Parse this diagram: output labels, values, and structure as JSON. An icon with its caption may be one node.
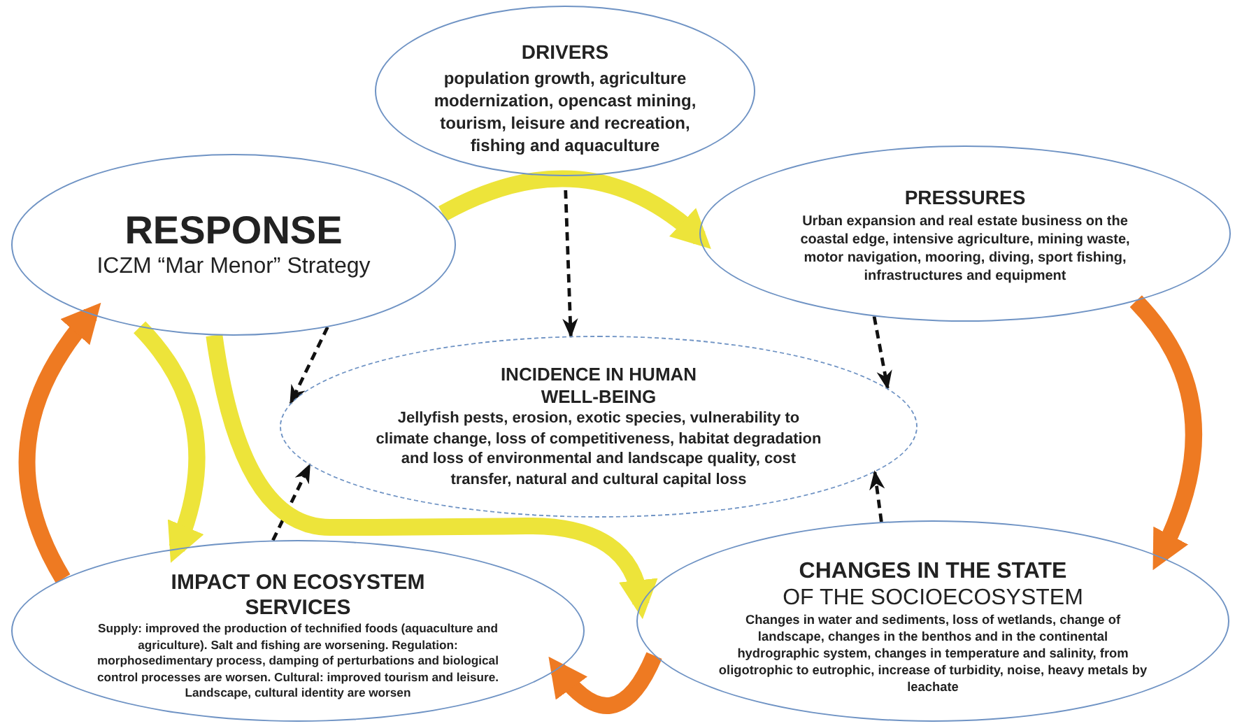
{
  "diagram": {
    "nodes": [
      {
        "text": [
          "DRIVERS",
          "population growth, agriculture modernization, opencast mining, tourism, leisure and recreation, fishing and aquaculture"
        ]
      },
      {
        "text": [
          "RESPONSE",
          "ICZM “Mar Menor” Strategy"
        ]
      },
      {
        "text": [
          "PRESSURES",
          "Urban expansion and real estate business on the coastal edge, intensive agriculture, mining waste, motor navigation, mooring, diving, sport fishing, infrastructures and equipment"
        ]
      },
      {
        "text": [
          "INCIDENCE IN HUMAN WELL-BEING",
          "Jellyfish pests, erosion, exotic species, vulnerability to climate change, loss of competitiveness, habitat degradation and loss of environmental and landscape quality, cost transfer, natural and cultural capital loss"
        ]
      },
      {
        "text": [
          "IMPACT ON ECOSYSTEM SERVICES",
          "Supply: improved the production of technified foods (aquaculture and agriculture). Salt and fishing are worsening. Regulation: morphosedimentary process, damping of perturbations and biological control processes are worsen. Cultural: improved tourism and leisure. Landscape, cultural identity are worsen"
        ]
      },
      {
        "text": [
          "CHANGES IN THE STATE",
          "OF THE SOCIOECOSYSTEM",
          "Changes in water and sediments, loss of wetlands, change of landscape, changes in the benthos and in the continental hydrographic system, changes in temperature and salinity, from oligotrophic to eutrophic, increase of turbidity, noise, heavy metals by leachate"
        ]
      }
    ],
    "edges": [
      {
        "from": 0,
        "to": 3,
        "arrow": "to",
        "style": "dashed"
      },
      {
        "from": 1,
        "to": 3,
        "arrow": "to",
        "style": "dashed"
      },
      {
        "from": 2,
        "to": 3,
        "arrow": "to",
        "style": "dashed"
      },
      {
        "from": 4,
        "to": 3,
        "arrow": "to",
        "style": "dashed"
      },
      {
        "from": 5,
        "to": 3,
        "arrow": "to",
        "style": "dashed"
      },
      {
        "from": 2,
        "to": 5,
        "arrow": "to",
        "color": "#ee7a22"
      },
      {
        "from": 5,
        "to": 4,
        "arrow": "to",
        "color": "#ee7a22"
      },
      {
        "from": 4,
        "to": 1,
        "arrow": "to",
        "color": "#ee7a22"
      },
      {
        "from": 1,
        "to": 2,
        "arrow": "to",
        "color": "#ede43a"
      },
      {
        "from": 1,
        "to": 4,
        "arrow": "to",
        "color": "#ede43a"
      },
      {
        "from": 1,
        "to": 5,
        "arrow": "to",
        "color": "#ede43a"
      }
    ]
  }
}
